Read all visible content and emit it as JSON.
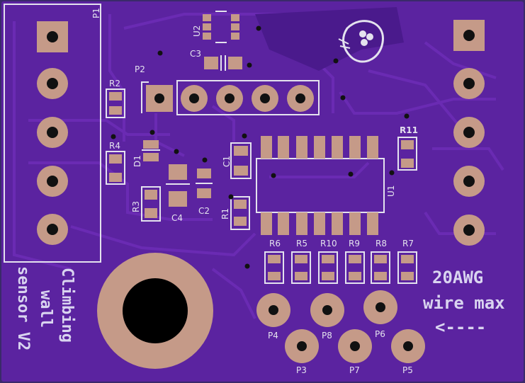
{
  "colors": {
    "board": "#5b23a0",
    "board_dark": "#4a1a8c",
    "trace": "#6a2bb3",
    "copper": "#c59a88",
    "silk": "#e4e2ee",
    "drill": "#111111"
  },
  "connector_labels": {
    "p1": "P1",
    "p2": "P2"
  },
  "components": {
    "u2": "U2",
    "c3": "C3",
    "r2": "R2",
    "r4": "R4",
    "d1": "D1",
    "r3": "R3",
    "c4": "C4",
    "c2": "C2",
    "c1": "C1",
    "r1": "R1",
    "u1": "U1",
    "r11": "R11",
    "r6": "R6",
    "r5": "R5",
    "r10": "R10",
    "r9": "R9",
    "r8": "R8",
    "r7": "R7"
  },
  "pads": {
    "p4": "P4",
    "p8": "P8",
    "p6": "P6",
    "p3": "P3",
    "p7": "P7",
    "p5": "P5"
  },
  "title_lines": [
    "Climbing",
    "wall",
    "sensor V2"
  ],
  "note_lines": [
    "20AWG",
    "wire max",
    "<----"
  ]
}
